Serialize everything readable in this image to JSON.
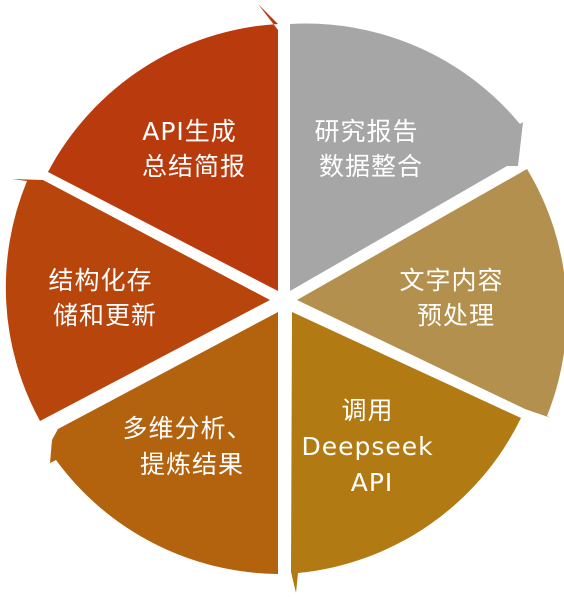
{
  "diagram": {
    "segments": [
      {
        "lines": [
          "API生成",
          "总结简报"
        ],
        "color": "#B93A0C"
      },
      {
        "lines": [
          "研究报告",
          "数据整合"
        ],
        "color": "#A6A6A6"
      },
      {
        "lines": [
          "文字内容",
          "预处理"
        ],
        "color": "#B4904E"
      },
      {
        "lines": [
          "调用",
          "Deepseek",
          "API"
        ],
        "color": "#B27A12"
      },
      {
        "lines": [
          "多维分析、",
          "提炼结果"
        ],
        "color": "#B3620E"
      },
      {
        "lines": [
          "结构化存",
          "储和更新"
        ],
        "color": "#B8460C"
      }
    ]
  }
}
